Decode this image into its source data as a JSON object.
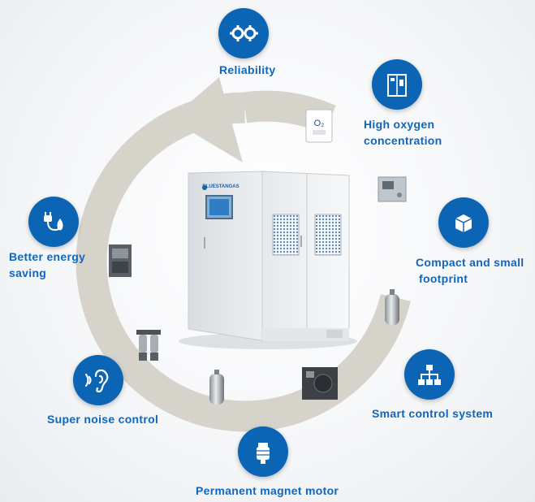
{
  "features": {
    "reliability": {
      "line1": "Reliability",
      "icon": "gears-icon"
    },
    "oxygen": {
      "line1": "High oxygen",
      "line2": "concentration",
      "icon": "generator-cabinet-icon"
    },
    "compact": {
      "line1": "Compact and small",
      "line2": "footprint",
      "icon": "cube-icon"
    },
    "smart": {
      "line1": "Smart control system",
      "icon": "hierarchy-network-icon"
    },
    "motor": {
      "line1": "Permanent magnet motor",
      "icon": "motor-icon"
    },
    "noise": {
      "line1": "Super noise control",
      "icon": "ear-sound-icon"
    },
    "energy": {
      "line1": "Better energy",
      "line2": "saving",
      "icon": "plug-icon"
    }
  },
  "product": {
    "brand": "BLUESTANGAS",
    "sensor_label": "O₂"
  },
  "colors": {
    "accent": "#0c64b4",
    "arrow": "#d6d3cb",
    "panel": "#f4f5f6"
  }
}
